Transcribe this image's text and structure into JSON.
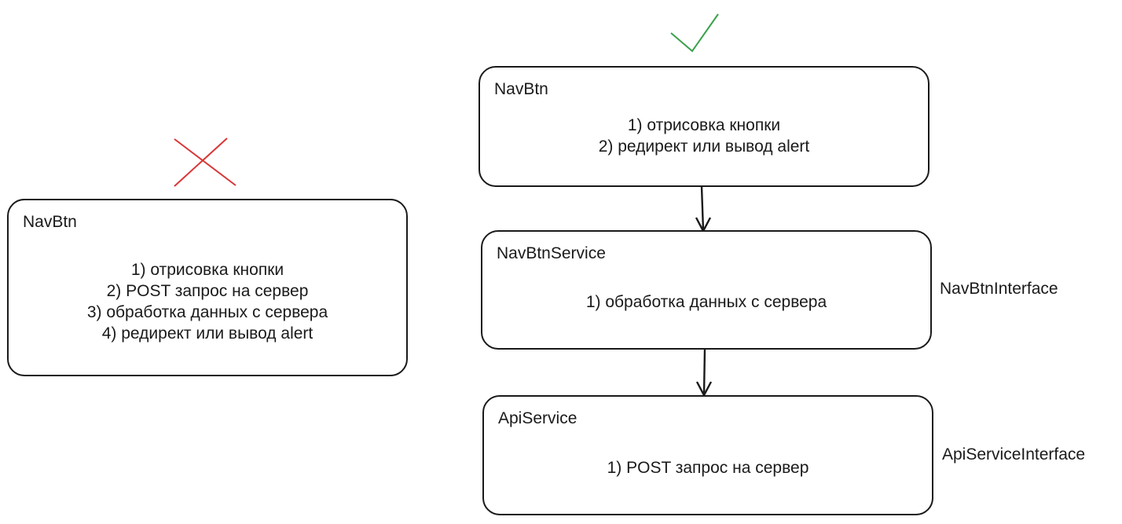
{
  "bad_design": {
    "box": {
      "title": "NavBtn",
      "lines": [
        "1) отрисовка кнопки",
        "2) POST запрос на сервер",
        "3) обработка данных с сервера",
        "4) редирект или вывод alert"
      ]
    },
    "mark_icon": "cross-icon",
    "mark_color": "#d93636"
  },
  "good_design": {
    "mark_icon": "checkmark-icon",
    "mark_color": "#3aa14a",
    "nav_btn": {
      "title": "NavBtn",
      "lines": [
        "1) отрисовка кнопки",
        "2) редирект или вывод alert"
      ]
    },
    "nav_btn_service": {
      "title": "NavBtnService",
      "lines": [
        "1) обработка данных с сервера"
      ],
      "interface_label": "NavBtnInterface"
    },
    "api_service": {
      "title": "ApiService",
      "lines": [
        "1) POST запрос на сервер"
      ],
      "interface_label": "ApiServiceInterface"
    }
  }
}
